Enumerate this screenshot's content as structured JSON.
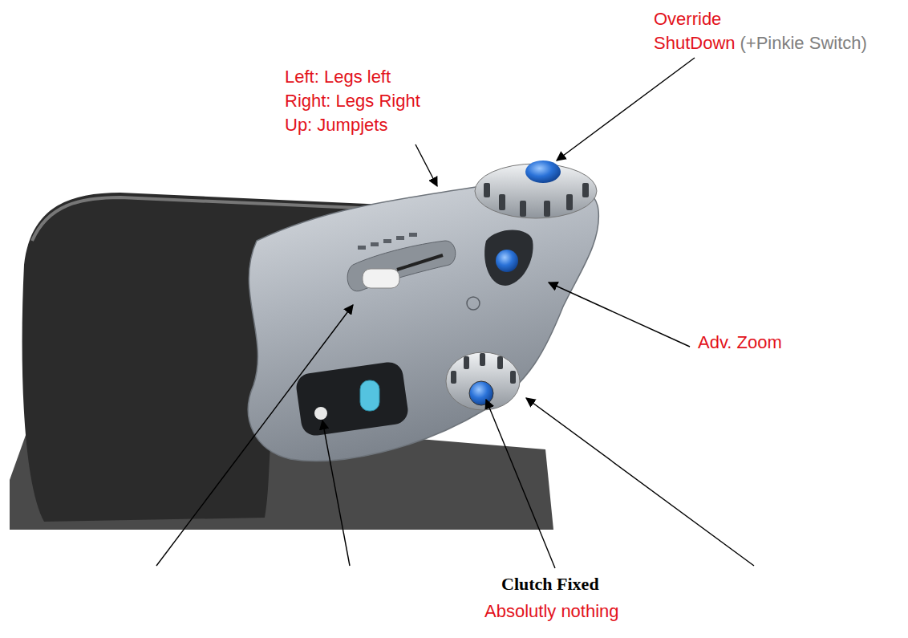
{
  "diagram": {
    "labels": [
      "Override",
      "ShutDown",
      "(+Pinkie Switch)",
      "Left: Legs left",
      "Right: Legs Right",
      "Up: Jumpjets",
      "Adv. Zoom",
      "Clutch Fixed",
      "Absolutly nothing"
    ]
  }
}
